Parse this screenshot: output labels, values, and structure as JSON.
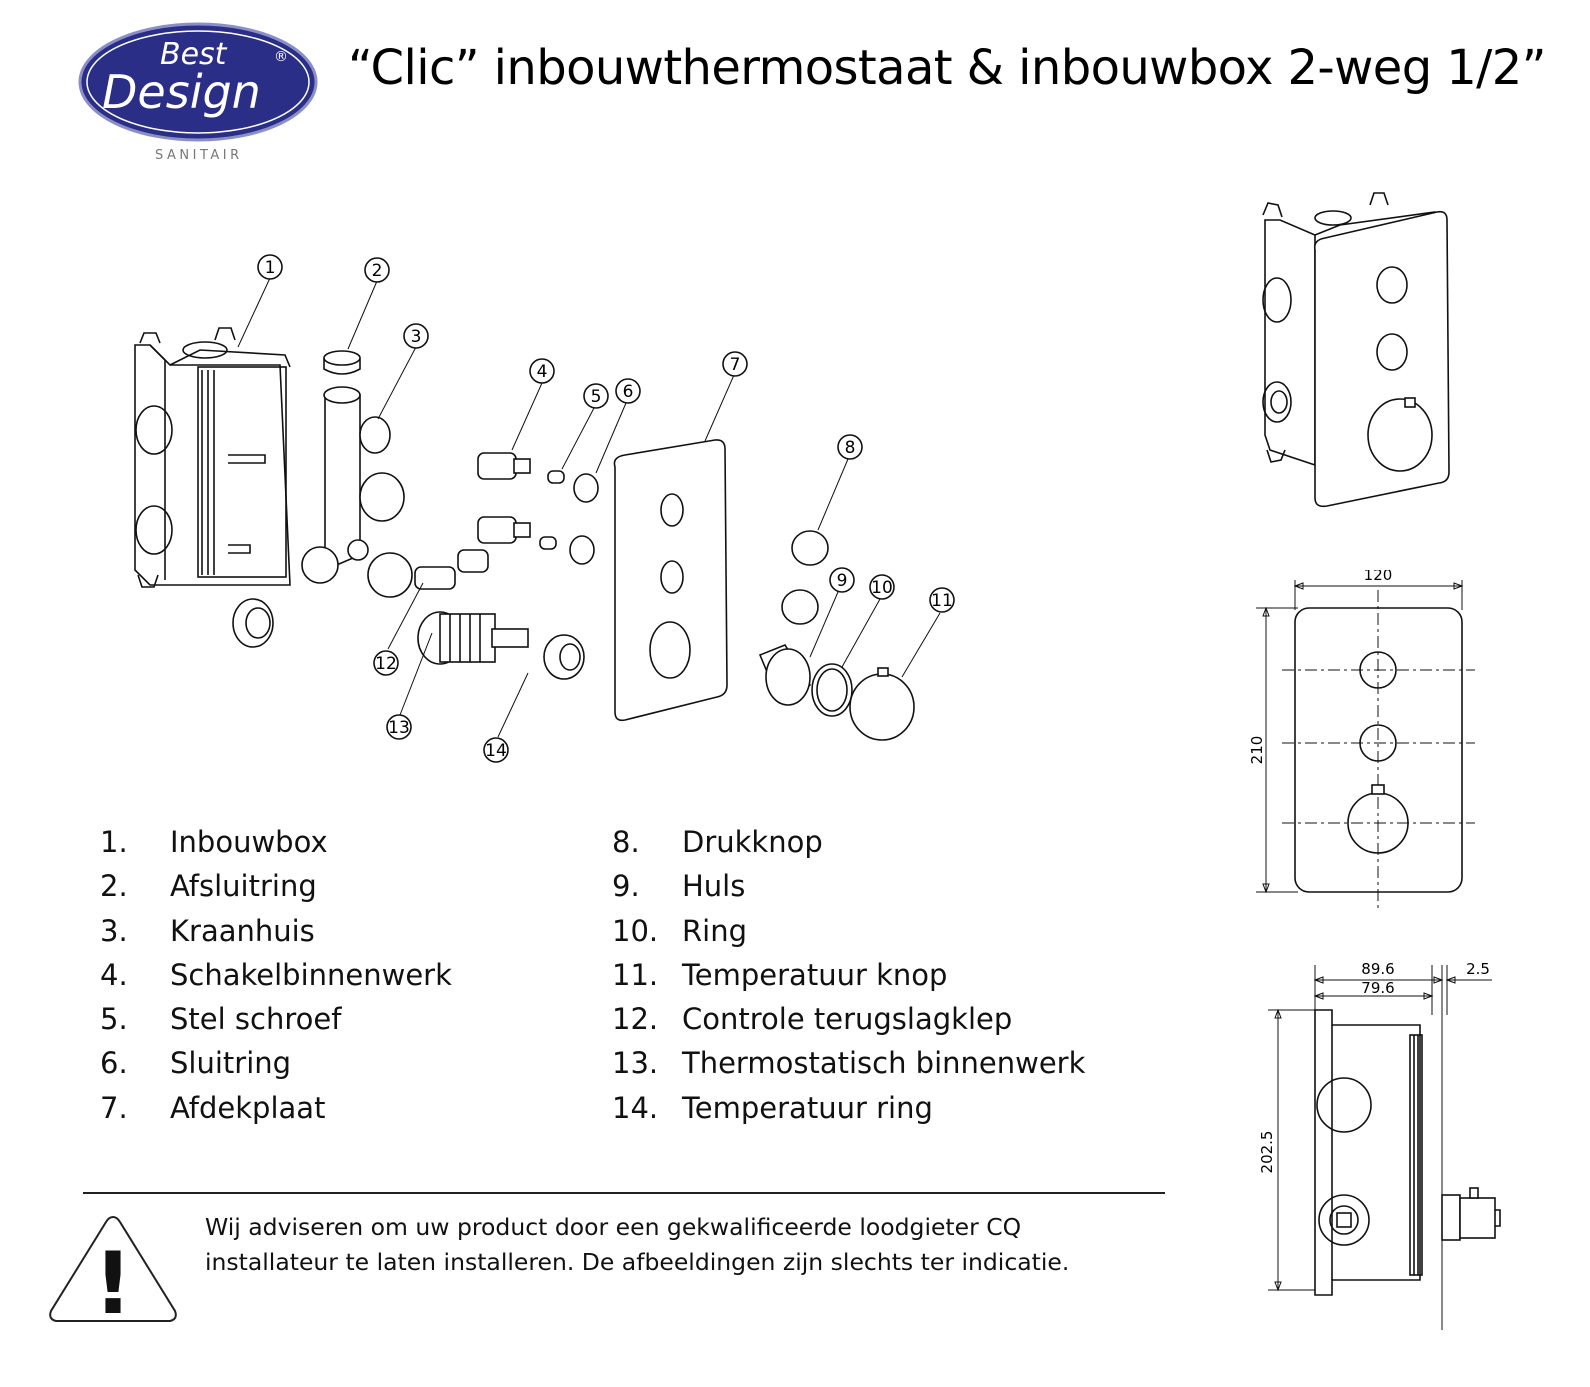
{
  "brand": {
    "line1": "Best",
    "line2": "Design",
    "registered": "®",
    "tagline": "SANITAIR",
    "color": "#2a2e86"
  },
  "title": "“Clic” inbouwthermostaat & inbouwbox 2-weg 1/2”",
  "callouts": [
    "1",
    "2",
    "3",
    "4",
    "5",
    "6",
    "7",
    "8",
    "9",
    "10",
    "11",
    "12",
    "13",
    "14"
  ],
  "parts_left": [
    {
      "num": "1.",
      "label": "Inbouwbox"
    },
    {
      "num": "2.",
      "label": "Afsluitring"
    },
    {
      "num": "3.",
      "label": "Kraanhuis"
    },
    {
      "num": "4.",
      "label": "Schakelbinnenwerk"
    },
    {
      "num": "5.",
      "label": "Stel schroef"
    },
    {
      "num": "6.",
      "label": "Sluitring"
    },
    {
      "num": "7.",
      "label": "Afdekplaat"
    }
  ],
  "parts_right": [
    {
      "num": "8.",
      "label": "Drukknop"
    },
    {
      "num": "9.",
      "label": "Huls"
    },
    {
      "num": "10.",
      "label": "Ring"
    },
    {
      "num": "11.",
      "label": "Temperatuur knop"
    },
    {
      "num": "12.",
      "label": "Controle terugslagklep"
    },
    {
      "num": "13.",
      "label": "Thermostatisch binnenwerk"
    },
    {
      "num": "14.",
      "label": "Temperatuur ring"
    }
  ],
  "dimensions": {
    "front_width": "120",
    "front_height": "210",
    "side_depth_total": "89.6",
    "side_depth_box": "79.6",
    "plate_thickness": "2.5",
    "side_height": "202.5"
  },
  "notice": "Wij adviseren om uw product door een gekwalificeerde loodgieter CQ installateur te laten installeren. De afbeeldingen zijn slechts ter indicatie.",
  "warning_symbol": "!"
}
